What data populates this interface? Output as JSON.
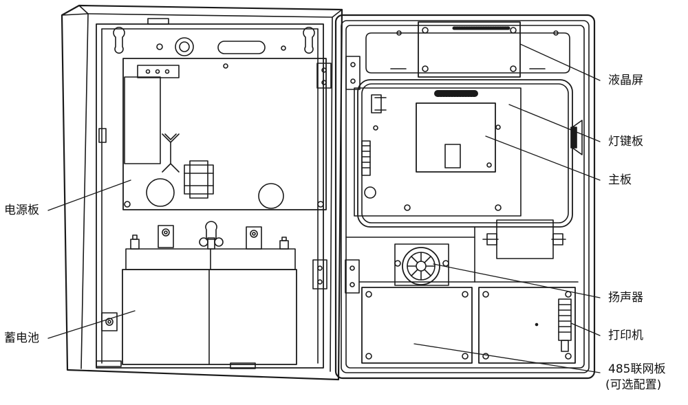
{
  "labels": {
    "lcd": "液晶屏",
    "keyboard": "灯键板",
    "mainboard": "主板",
    "power_board": "电源板",
    "speaker": "扬声器",
    "battery": "蓄电池",
    "printer": "打印机",
    "network_board": "485联网板",
    "network_board_note": "(可选配置)"
  },
  "colors": {
    "line": "#1a1a1a",
    "background": "#ffffff"
  }
}
